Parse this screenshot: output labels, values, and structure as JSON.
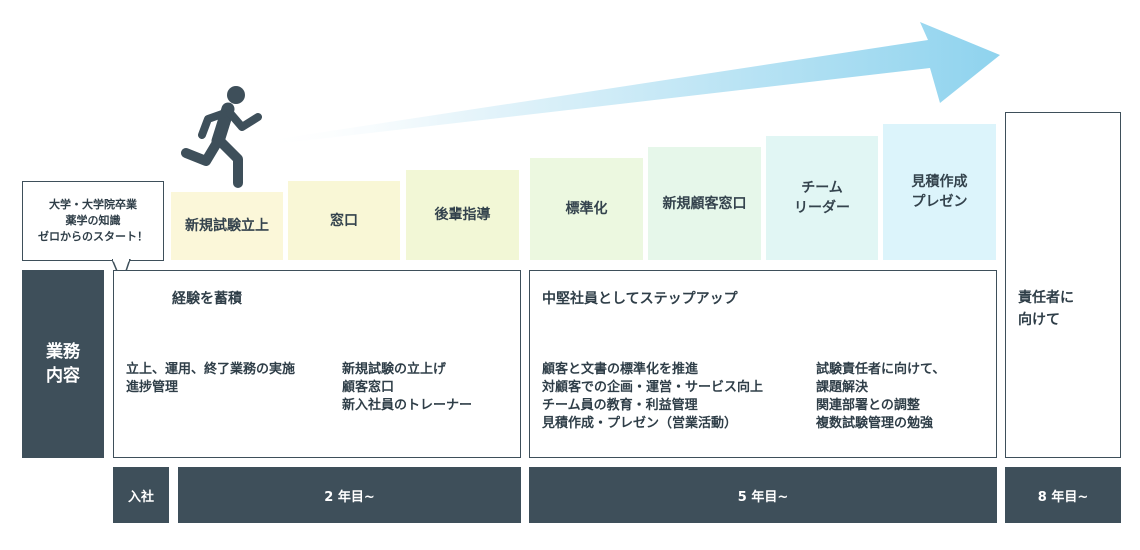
{
  "bubble_text": "大学・大学院卒業\n薬学の知識\nゼロからのスタート！",
  "steps": [
    {
      "label": "新規試験立上",
      "color": "#fbf7d9"
    },
    {
      "label": "窓口",
      "color": "#f9f7d6"
    },
    {
      "label": "後輩指導",
      "color": "#f2f7d6"
    },
    {
      "label": "標準化",
      "color": "#ecf8e0"
    },
    {
      "label": "新規顧客窓口",
      "color": "#e6f7ea"
    },
    {
      "label": "チーム\nリーダー",
      "color": "#e1f6f4"
    },
    {
      "label": "見積作成\nプレゼン",
      "color": "#dcf4fb"
    }
  ],
  "side_label": "業務\n内容",
  "panels": [
    {
      "title": "経験を蓄積",
      "col1": "立上、運用、終了業務の実施\n進捗管理",
      "col2": "新規試験の立上げ\n顧客窓口\n新入社員のトレーナー"
    },
    {
      "title": "中堅社員としてステップアップ",
      "col1": "顧客と文書の標準化を推進\n対顧客での企画・運営・サービス向上\nチーム員の教育・利益管理\n見積作成・プレゼン（営業活動）",
      "col2": "試験責任者に向けて、\n課題解決\n関連部署との調整\n複数試験管理の勉強"
    },
    {
      "title": "責任者に\n向けて"
    }
  ],
  "timeline": {
    "join": "入社",
    "year2": "2 年目~",
    "year5": "5 年目~",
    "year8": "8 年目~"
  },
  "colors": {
    "dark": "#3e4f5a",
    "arrow_start": "#ffffff",
    "arrow_end": "#8fd3ee"
  },
  "icons": [
    "running-person-icon",
    "progress-arrow-icon"
  ]
}
